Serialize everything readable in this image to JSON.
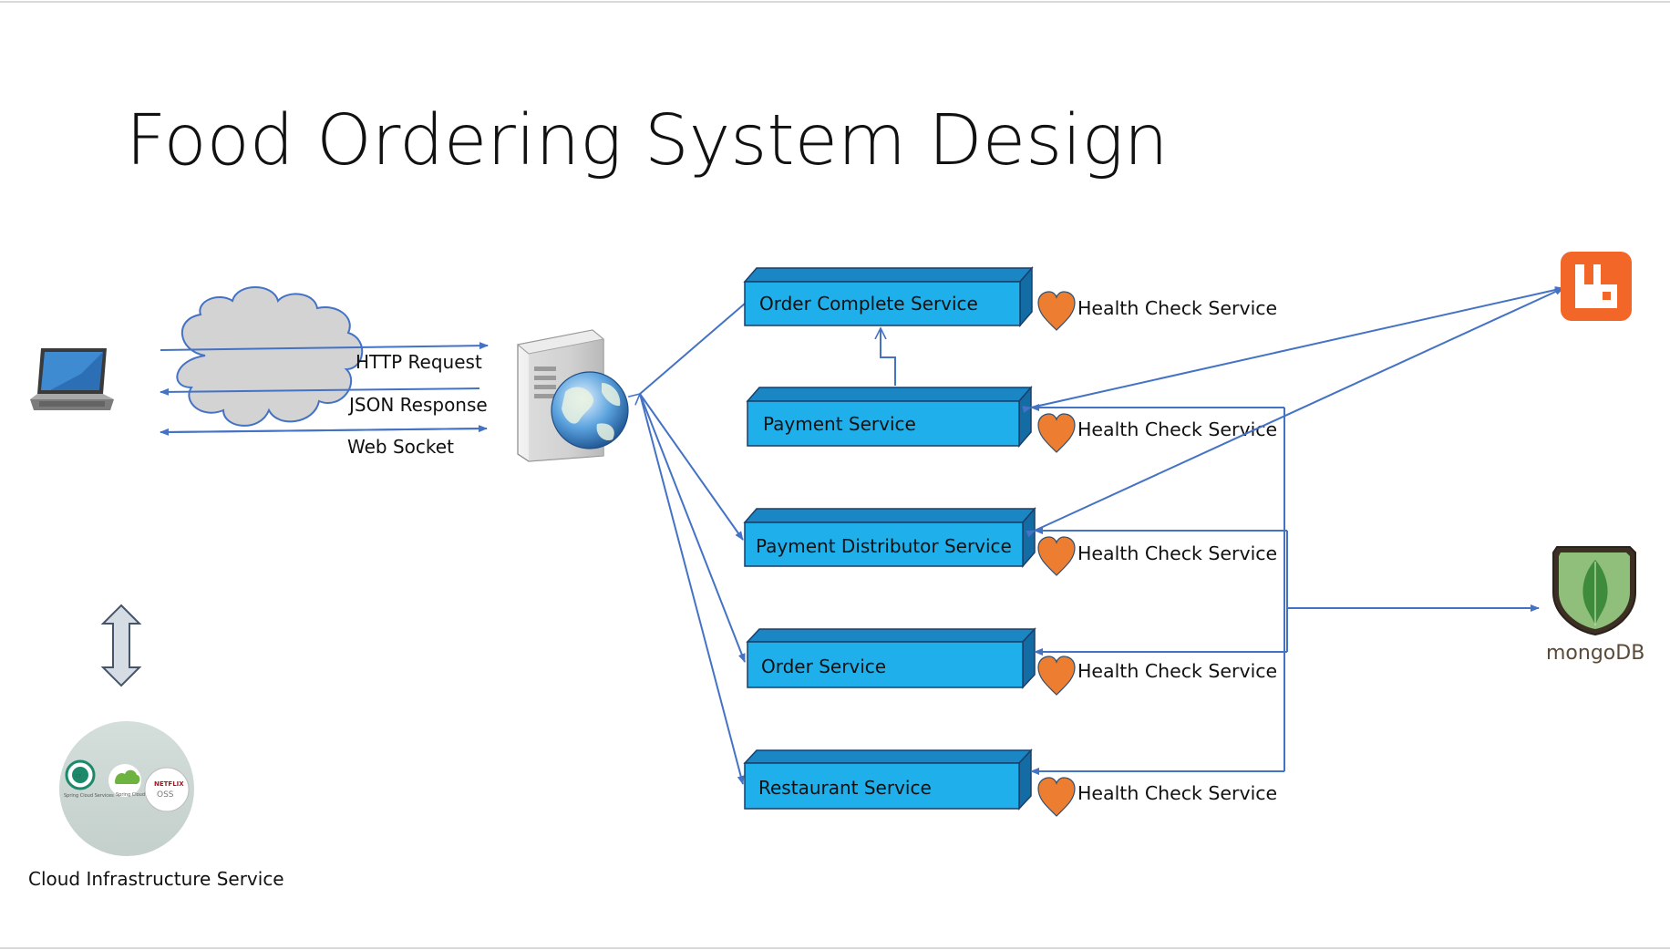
{
  "title": "Food Ordering System Design",
  "edge_labels": {
    "http_request": "HTTP Request",
    "json_response": "JSON Response",
    "web_socket": "Web Socket"
  },
  "services": [
    {
      "label": "Order Complete Service",
      "health": "Health Check Service"
    },
    {
      "label": "Payment Service",
      "health": "Health Check Service"
    },
    {
      "label": "Payment Distributor Service",
      "health": "Health Check Service"
    },
    {
      "label": "Order Service",
      "health": "Health Check Service"
    },
    {
      "label": "Restaurant Service",
      "health": "Health Check Service"
    }
  ],
  "cloud_infra": {
    "label": "Cloud Infrastructure Service",
    "logos": {
      "spring_cloud_services": "Spring Cloud Services",
      "spring_cloud": "Spring Cloud",
      "netflix": "NETFLIX",
      "oss": "OSS"
    }
  },
  "mongodb": {
    "label": "mongoDB"
  },
  "icons": [
    "laptop-icon",
    "cloud-icon",
    "server-icon",
    "globe-icon",
    "heart-icon",
    "rabbitmq-icon",
    "mongodb-leaf-icon",
    "double-arrow-icon"
  ],
  "colors": {
    "service_box": "#1fb0ec",
    "service_box_dark": "#1a86c4",
    "arrow": "#4472c4",
    "heart": "#ed7d31",
    "rabbitmq": "#f26727",
    "mongo_green": "#3e8b3c",
    "cloud_gray": "#d0d0d0"
  }
}
